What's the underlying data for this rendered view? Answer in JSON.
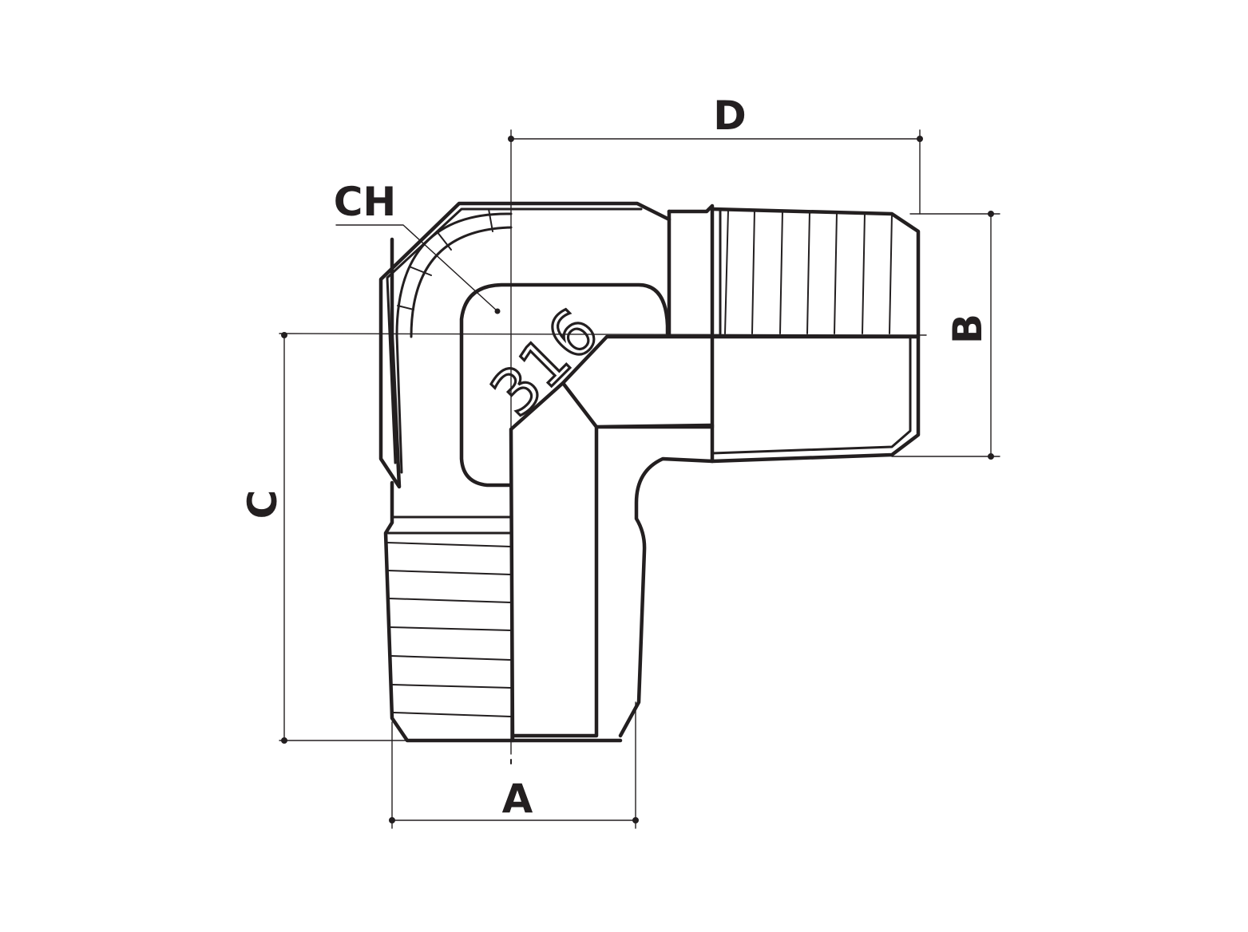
{
  "colors": {
    "line": "#231f20",
    "background": "#ffffff"
  },
  "labels": {
    "dim_a": "A",
    "dim_b": "B",
    "dim_c": "C",
    "dim_d": "D",
    "dim_ch": "CH",
    "material_mark": "316"
  }
}
